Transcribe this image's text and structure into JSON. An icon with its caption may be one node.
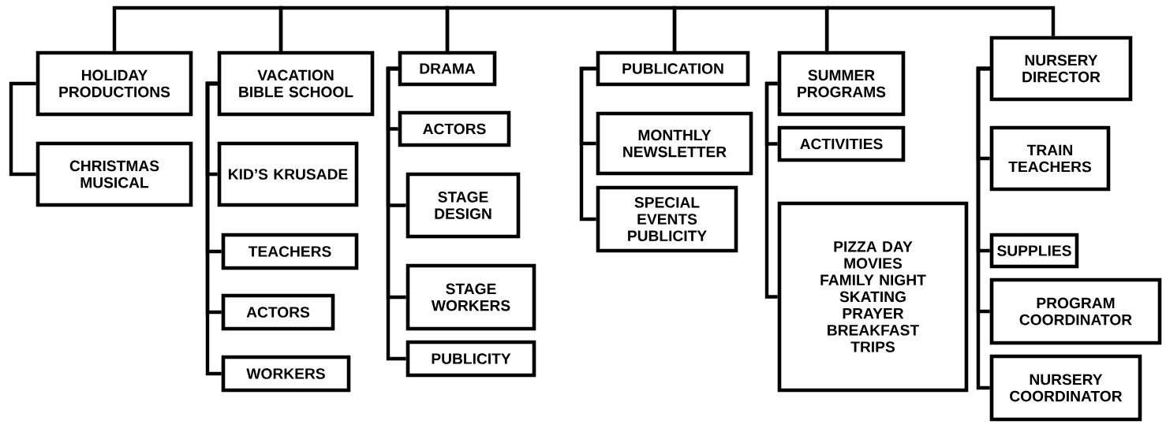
{
  "diagram": {
    "nodes": [
      {
        "text": [
          "HOLIDAY PRODUCTIONS"
        ]
      },
      {
        "text": [
          "CHRISTMAS MUSICAL"
        ]
      },
      {
        "text": [
          "VACATION BIBLE SCHOOL"
        ]
      },
      {
        "text": [
          "KID’S KRUSADE"
        ]
      },
      {
        "text": [
          "TEACHERS"
        ]
      },
      {
        "text": [
          "ACTORS"
        ]
      },
      {
        "text": [
          "WORKERS"
        ]
      },
      {
        "text": [
          "DRAMA"
        ]
      },
      {
        "text": [
          "ACTORS"
        ]
      },
      {
        "text": [
          "STAGE DESIGN"
        ]
      },
      {
        "text": [
          "STAGE WORKERS"
        ]
      },
      {
        "text": [
          "PUBLICITY"
        ]
      },
      {
        "text": [
          "PUBLICATION"
        ]
      },
      {
        "text": [
          "MONTHLY NEWSLETTER"
        ]
      },
      {
        "text": [
          "SPECIAL EVENTS PUBLICITY"
        ]
      },
      {
        "text": [
          "SUMMER PROGRAMS"
        ]
      },
      {
        "text": [
          "ACTIVITIES"
        ]
      },
      {
        "text": [
          "PIZZA DAY",
          "MOVIES",
          "FAMILY NIGHT",
          "SKATING",
          "PRAYER BREAKFAST",
          "TRIPS"
        ]
      },
      {
        "text": [
          "NURSERY DIRECTOR"
        ]
      },
      {
        "text": [
          "TRAIN TEACHERS"
        ]
      },
      {
        "text": [
          "SUPPLIES"
        ]
      },
      {
        "text": [
          "PROGRAM COORDINATOR"
        ]
      },
      {
        "text": [
          "NURSERY COORDINATOR"
        ]
      }
    ],
    "edges": [
      {
        "from": 0,
        "to": 2,
        "arrow": "none"
      },
      {
        "from": 2,
        "to": 7,
        "arrow": "none"
      },
      {
        "from": 7,
        "to": 12,
        "arrow": "none"
      },
      {
        "from": 12,
        "to": 15,
        "arrow": "none"
      },
      {
        "from": 15,
        "to": 18,
        "arrow": "none"
      },
      {
        "from": 0,
        "to": 1,
        "arrow": "none"
      },
      {
        "from": 2,
        "to": 3,
        "arrow": "none"
      },
      {
        "from": 2,
        "to": 4,
        "arrow": "none"
      },
      {
        "from": 2,
        "to": 5,
        "arrow": "none"
      },
      {
        "from": 2,
        "to": 6,
        "arrow": "none"
      },
      {
        "from": 7,
        "to": 8,
        "arrow": "none"
      },
      {
        "from": 7,
        "to": 9,
        "arrow": "none"
      },
      {
        "from": 7,
        "to": 10,
        "arrow": "none"
      },
      {
        "from": 7,
        "to": 11,
        "arrow": "none"
      },
      {
        "from": 12,
        "to": 13,
        "arrow": "none"
      },
      {
        "from": 12,
        "to": 14,
        "arrow": "none"
      },
      {
        "from": 15,
        "to": 16,
        "arrow": "none"
      },
      {
        "from": 15,
        "to": 17,
        "arrow": "none"
      },
      {
        "from": 18,
        "to": 19,
        "arrow": "none"
      },
      {
        "from": 18,
        "to": 20,
        "arrow": "none"
      },
      {
        "from": 18,
        "to": 21,
        "arrow": "none"
      },
      {
        "from": 18,
        "to": 22,
        "arrow": "none"
      }
    ]
  }
}
